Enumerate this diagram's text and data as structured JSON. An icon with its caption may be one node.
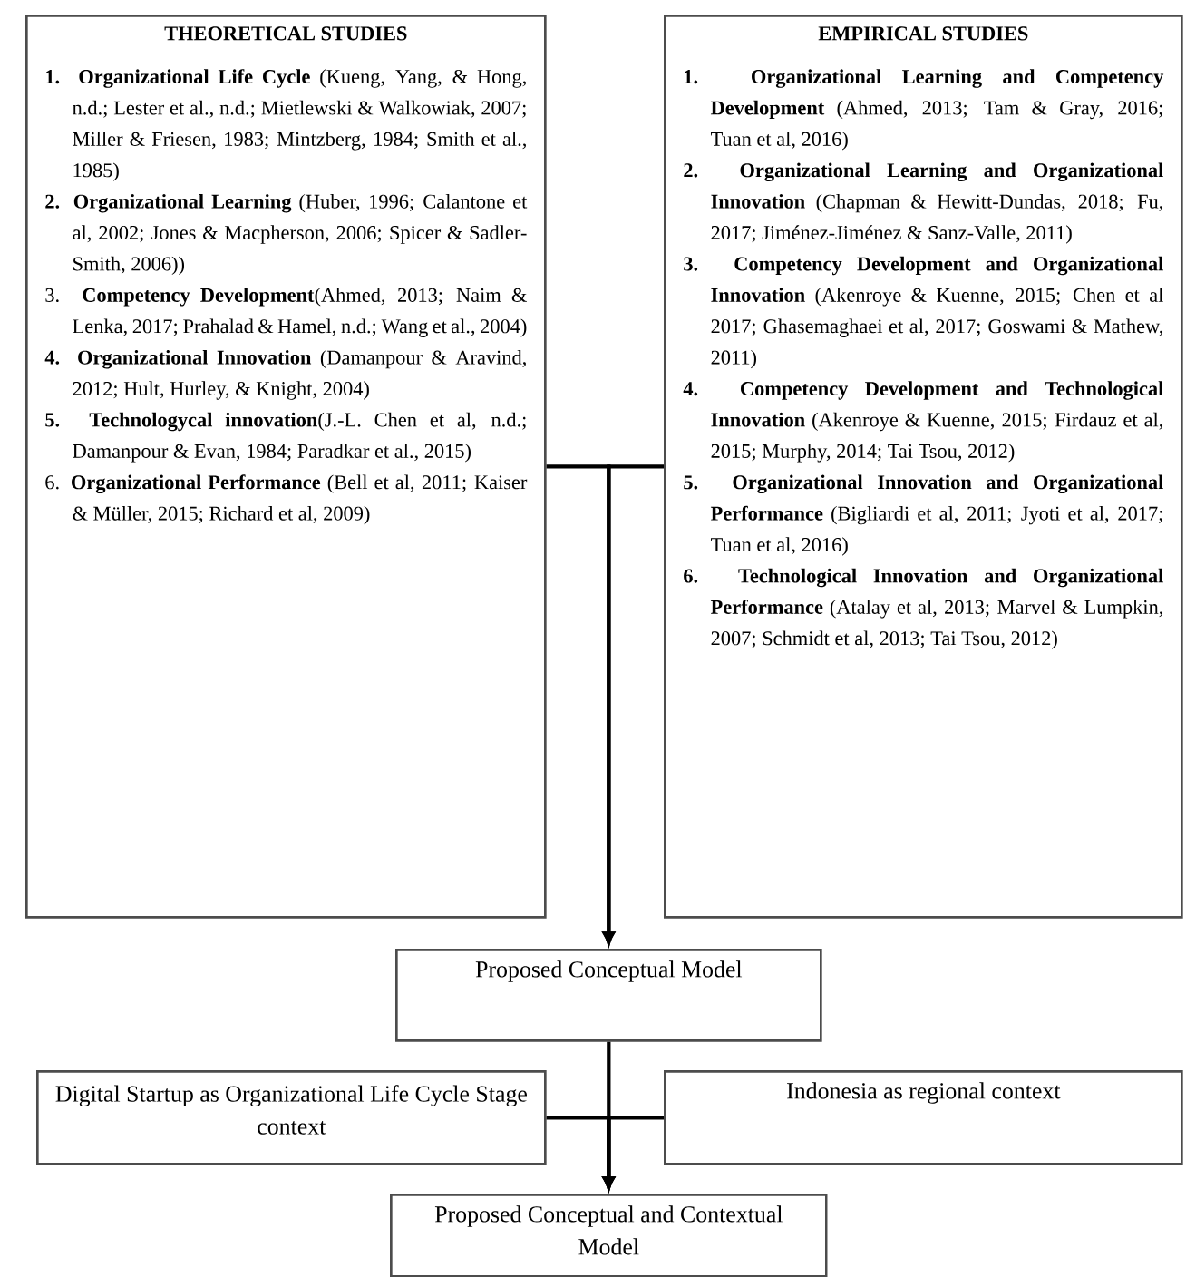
{
  "diagram": {
    "nodes": [
      {
        "text": [
          "THEORETICAL STUDIES",
          "**1. Organizational Life Cycle** (Kueng, Yang, & Hong, n.d.; Lester et al., n.d.; Mietlewski & Walkowiak, 2007; Miller & Friesen, 1983; Mintzberg, 1984; Smith et al., 1985)",
          "**2. Organizational Learning** (Huber, 1996; Calantone et al, 2002; Jones & Macpherson, 2006; Spicer & Sadler-Smith, 2006))",
          "3. **Competency Development**(Ahmed, 2013; Naim & Lenka, 2017; Prahalad & Hamel, n.d.; Wang et al., 2004)",
          "**4. Organizational Innovation** (Damanpour & Aravind, 2012; Hult, Hurley, & Knight, 2004)",
          "**5. Technologycal innovation**(J.-L. Chen et al, n.d.; Damanpour & Evan, 1984; Paradkar et al., 2015)",
          "6. **Organizational Performance** (Bell et al, 2011; Kaiser & Müller, 2015; Richard et al, 2009)"
        ]
      },
      {
        "text": [
          "EMPIRICAL STUDIES",
          "**1. Organizational Learning and Competency Development** (Ahmed, 2013; Tam & Gray, 2016; Tuan et al, 2016)",
          "**2. Organizational Learning and Organizational Innovation** (Chapman & Hewitt-Dundas, 2018; Fu, 2017; Jiménez-Jiménez & Sanz-Valle, 2011)",
          "**3. Competency Development and Organizational Innovation** (Akenroye & Kuenne, 2015; Chen et al 2017; Ghasemaghaei et al, 2017; Goswami & Mathew, 2011)",
          "**4. Competency Development and Technological Innovation** (Akenroye & Kuenne, 2015; Firdauz et al, 2015; Murphy, 2014; Tai Tsou, 2012)",
          "**5. Organizational Innovation and Organizational Performance** (Bigliardi et al, 2011; Jyoti et al, 2017; Tuan et al, 2016)",
          "**6. Technological Innovation and Organizational Performance** (Atalay et al, 2013; Marvel & Lumpkin, 2007; Schmidt et al, 2013; Tai Tsou, 2012)"
        ]
      },
      {
        "text": [
          "Proposed Conceptual Model"
        ]
      },
      {
        "text": [
          "Digital Startup as Organizational Life Cycle Stage context"
        ]
      },
      {
        "text": [
          "Indonesia as regional context"
        ]
      },
      {
        "text": [
          "Proposed Conceptual and Contextual Model"
        ]
      }
    ],
    "edges": [
      {
        "from": 0,
        "to": 2,
        "arrow": "to"
      },
      {
        "from": 1,
        "to": 2,
        "arrow": "to"
      },
      {
        "from": 2,
        "to": 5,
        "arrow": "to"
      },
      {
        "from": 3,
        "to": 5,
        "arrow": "to"
      },
      {
        "from": 4,
        "to": 5,
        "arrow": "to"
      }
    ]
  }
}
